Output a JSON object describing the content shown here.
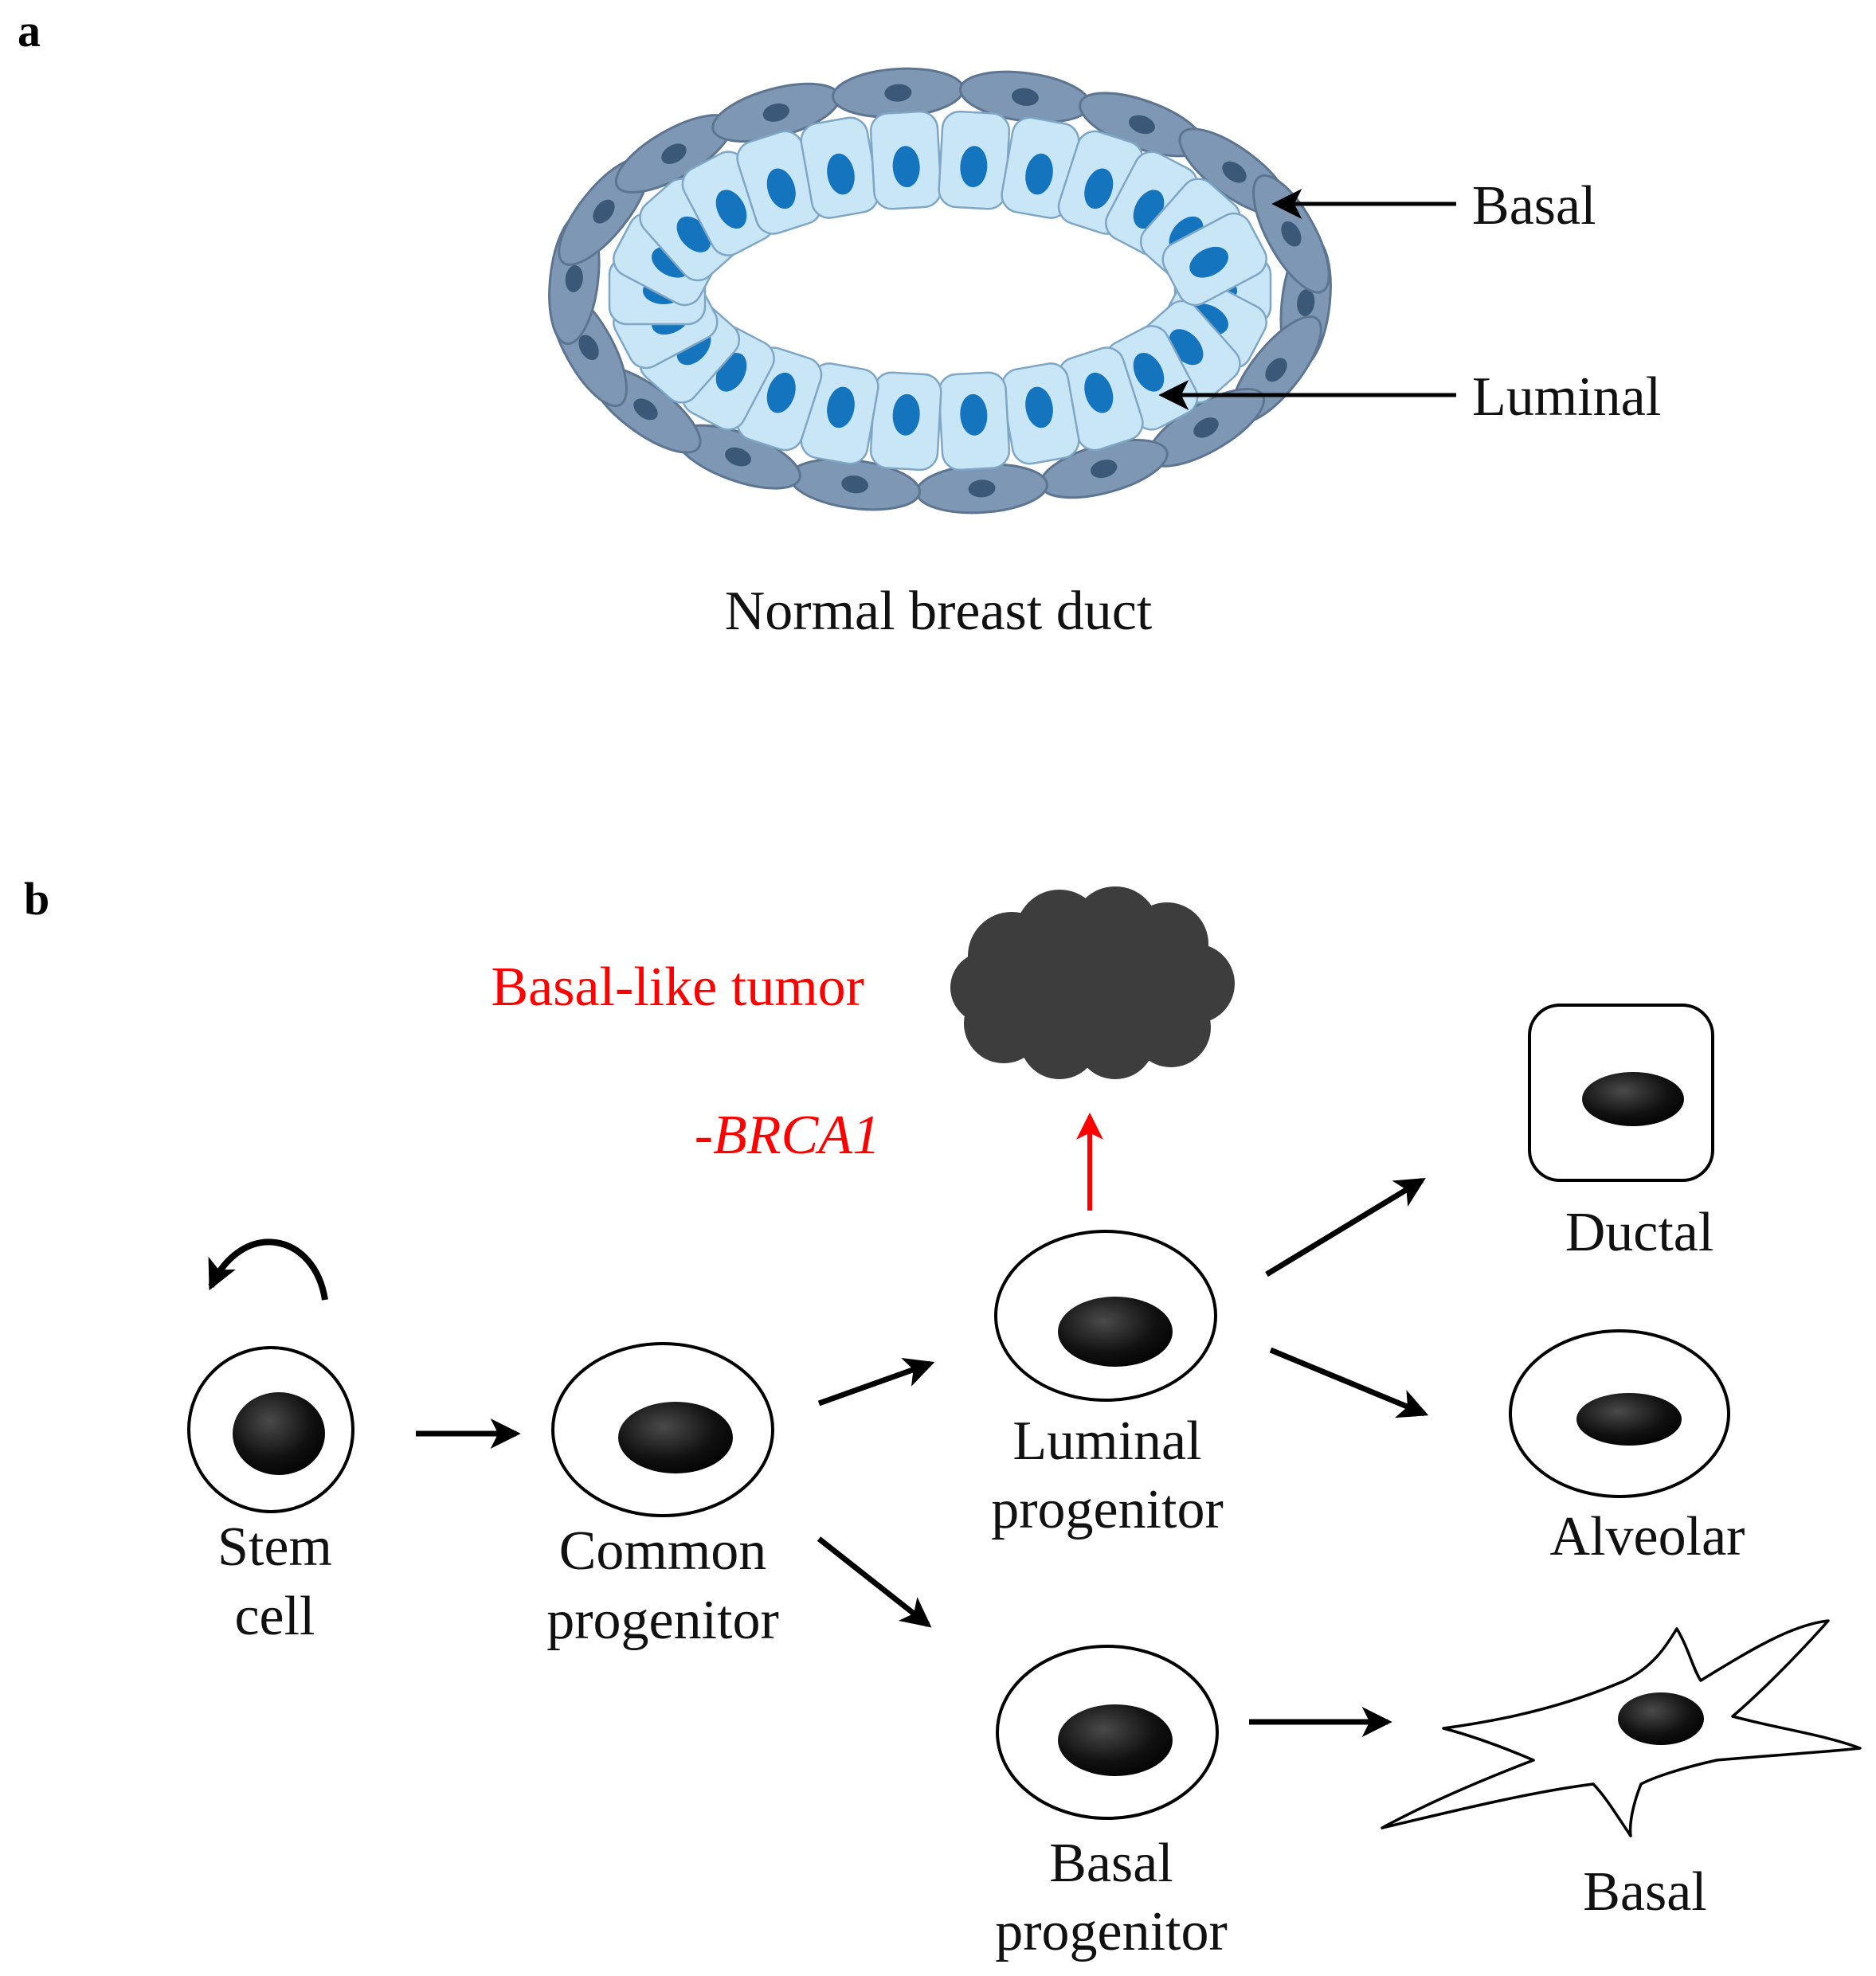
{
  "colors": {
    "basal_cell": "#7d97b4",
    "basal_cell_stroke": "#5d7590",
    "basal_nucleus": "#3b5878",
    "luminal_cell": "#c9e6f7",
    "luminal_cell_stroke": "#7fa6c4",
    "luminal_nucleus": "#1474bd",
    "tumor": "#3d3d3d",
    "annotation_red": "#ff0000",
    "nucleus": "#000000"
  },
  "panel_a": {
    "letter": "a",
    "caption": "Normal breast duct",
    "basal_label": "Basal",
    "luminal_label": "Luminal"
  },
  "panel_b": {
    "letter": "b",
    "tumor_label": "Basal-like tumor",
    "mutation_label": "-BRCA1",
    "stem_cell": [
      "Stem",
      "cell"
    ],
    "common_progenitor": [
      "Common",
      "progenitor"
    ],
    "luminal_progenitor": [
      "Luminal",
      "progenitor"
    ],
    "basal_progenitor": [
      "Basal",
      "progenitor"
    ],
    "ductal": "Ductal",
    "alveolar": "Alveolar",
    "basal": "Basal"
  }
}
